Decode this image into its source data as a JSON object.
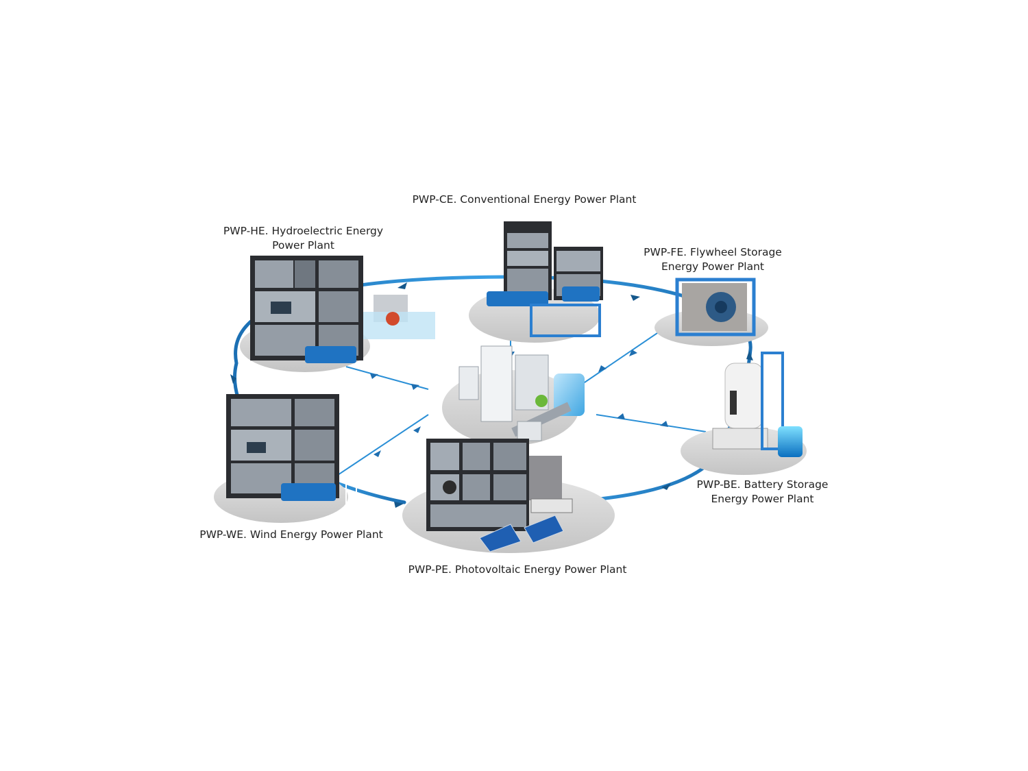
{
  "diagram": {
    "colors": {
      "ring": "#2a8fd6",
      "ring_dark": "#15588c",
      "disc": "#d9d9d9",
      "cabinet": "#2b2d31",
      "panel": "#9aa2ab",
      "accent_blue": "#1f73c2",
      "frame_blue": "#2b7fd0"
    },
    "nodes": [
      {
        "id": "ce",
        "lines": [
          "PWP-CE. Conventional Energy Power Plant"
        ],
        "icon": "conventional-plant-icon"
      },
      {
        "id": "he",
        "lines": [
          "PWP-HE. Hydroelectric Energy",
          "Power Plant"
        ],
        "icon": "hydroelectric-plant-icon"
      },
      {
        "id": "fe",
        "lines": [
          "PWP-FE. Flywheel Storage",
          "Energy Power Plant"
        ],
        "icon": "flywheel-plant-icon"
      },
      {
        "id": "we",
        "lines": [
          "PWP-WE. Wind Energy Power Plant"
        ],
        "icon": "wind-plant-icon"
      },
      {
        "id": "be",
        "lines": [
          "PWP-BE. Battery Storage",
          "Energy Power Plant"
        ],
        "icon": "battery-plant-icon"
      },
      {
        "id": "pe",
        "lines": [
          "PWP-PE. Photovoltaic Energy Power Plant"
        ],
        "icon": "photovoltaic-plant-icon"
      }
    ],
    "center": {
      "icon": "city-icon"
    }
  }
}
